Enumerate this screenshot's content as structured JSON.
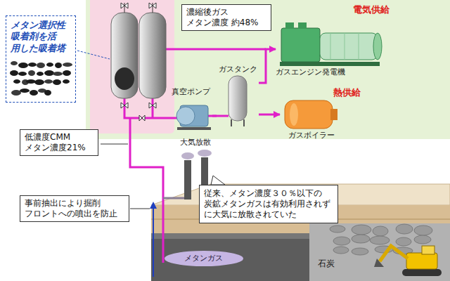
{
  "diagram": {
    "nodes": [
      {
        "text": [
          "メタン選択性 吸着剤を活 用した吸着塔"
        ]
      },
      {
        "text": [
          "濃縮後ガス メタン濃度 約48%"
        ]
      },
      {
        "text": [
          "電気供給",
          "ガスエンジン発電機"
        ]
      },
      {
        "text": [
          "ガスタンク"
        ]
      },
      {
        "text": [
          "真空ポンプ"
        ]
      },
      {
        "text": [
          "熱供給",
          "ガスボイラー"
        ]
      },
      {
        "text": [
          "低濃度CMM メタン濃度21%"
        ]
      },
      {
        "text": [
          "従来、メタン濃度３０％以下の 炭鉱メタンガスは有効利用されず に大気に放散されていた"
        ]
      },
      {
        "text": [
          "事前抽出により掘削 フロントへの噴出を防止"
        ]
      }
    ],
    "edges": [
      {
        "from": 4,
        "to": 3,
        "arrow": "none"
      },
      {
        "from": 3,
        "to": 2,
        "arrow": "to"
      },
      {
        "from": 3,
        "to": 5,
        "arrow": "to"
      }
    ],
    "labels": [
      "大気放散",
      "メタンガス",
      "石炭"
    ]
  }
}
